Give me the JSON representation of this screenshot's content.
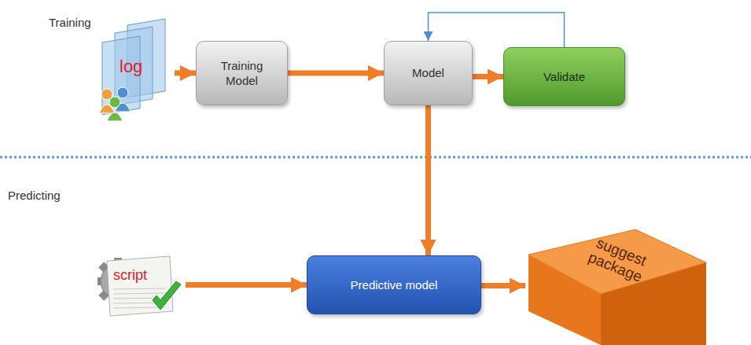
{
  "diagram": {
    "nodes": [
      {
        "text": [
          "log"
        ]
      },
      {
        "text": [
          "Training Model"
        ]
      },
      {
        "text": [
          "Model"
        ]
      },
      {
        "text": [
          "Validate"
        ]
      },
      {
        "text": [
          "script"
        ]
      },
      {
        "text": [
          "Predictive model"
        ]
      },
      {
        "text": [
          "suggest package"
        ]
      }
    ],
    "edges": [
      {
        "from": 0,
        "to": 1,
        "arrow": "to"
      },
      {
        "from": 1,
        "to": 2,
        "arrow": "to"
      },
      {
        "from": 2,
        "to": 3,
        "arrow": "to"
      },
      {
        "from": 3,
        "to": 2,
        "arrow": "to"
      },
      {
        "from": 2,
        "to": 5,
        "arrow": "to"
      },
      {
        "from": 4,
        "to": 5,
        "arrow": "to"
      },
      {
        "from": 5,
        "to": 6,
        "arrow": "to"
      }
    ],
    "labels": [
      "Training",
      "Predicting"
    ]
  }
}
